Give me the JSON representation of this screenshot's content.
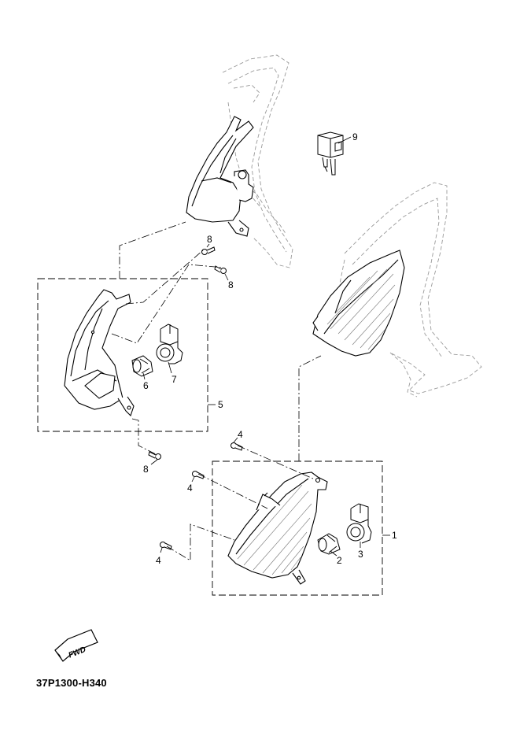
{
  "diagram": {
    "code": "37P1300-H340",
    "fwd_label": "FWD",
    "callouts": {
      "c1": "1",
      "c2": "2",
      "c3": "3",
      "c4a": "4",
      "c4b": "4",
      "c4c": "4",
      "c5": "5",
      "c6": "6",
      "c7": "7",
      "c8a": "8",
      "c8b": "8",
      "c8c": "8",
      "c9": "9"
    }
  }
}
